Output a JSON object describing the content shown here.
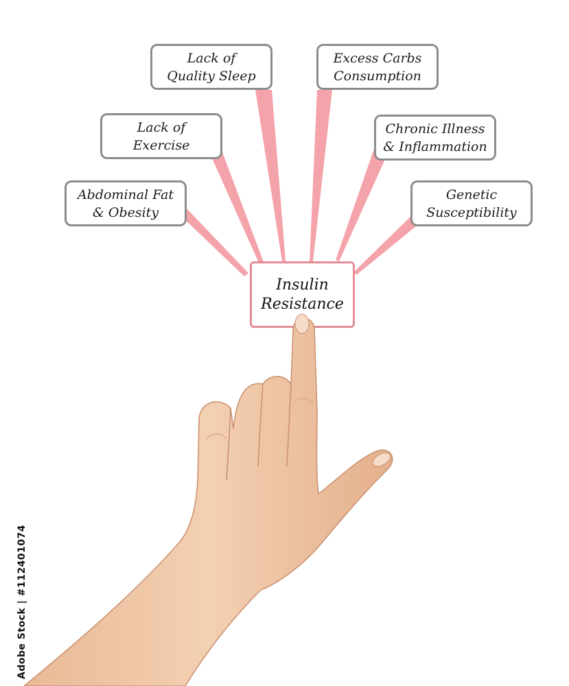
{
  "diagram": {
    "center": {
      "line1": "Insulin",
      "line2": "Resistance"
    },
    "factors": [
      {
        "id": "abdominal",
        "line1": "Abdominal Fat",
        "line2": "& Obesity"
      },
      {
        "id": "exercise",
        "line1": "Lack of",
        "line2": "Exercise"
      },
      {
        "id": "sleep",
        "line1": "Lack of",
        "line2": "Quality Sleep"
      },
      {
        "id": "carbs",
        "line1": "Excess Carbs",
        "line2": "Consumption"
      },
      {
        "id": "chronic",
        "line1": "Chronic Illness",
        "line2": "& Inflammation"
      },
      {
        "id": "genetic",
        "line1": "Genetic",
        "line2": "Susceptibility"
      }
    ]
  },
  "stock_id": "Adobe Stock | #112401074",
  "colors": {
    "ray": "#f4a3aa",
    "factor_border": "#8c8c8c",
    "center_border": "#e38d96",
    "skin": "#f0c9a8"
  }
}
